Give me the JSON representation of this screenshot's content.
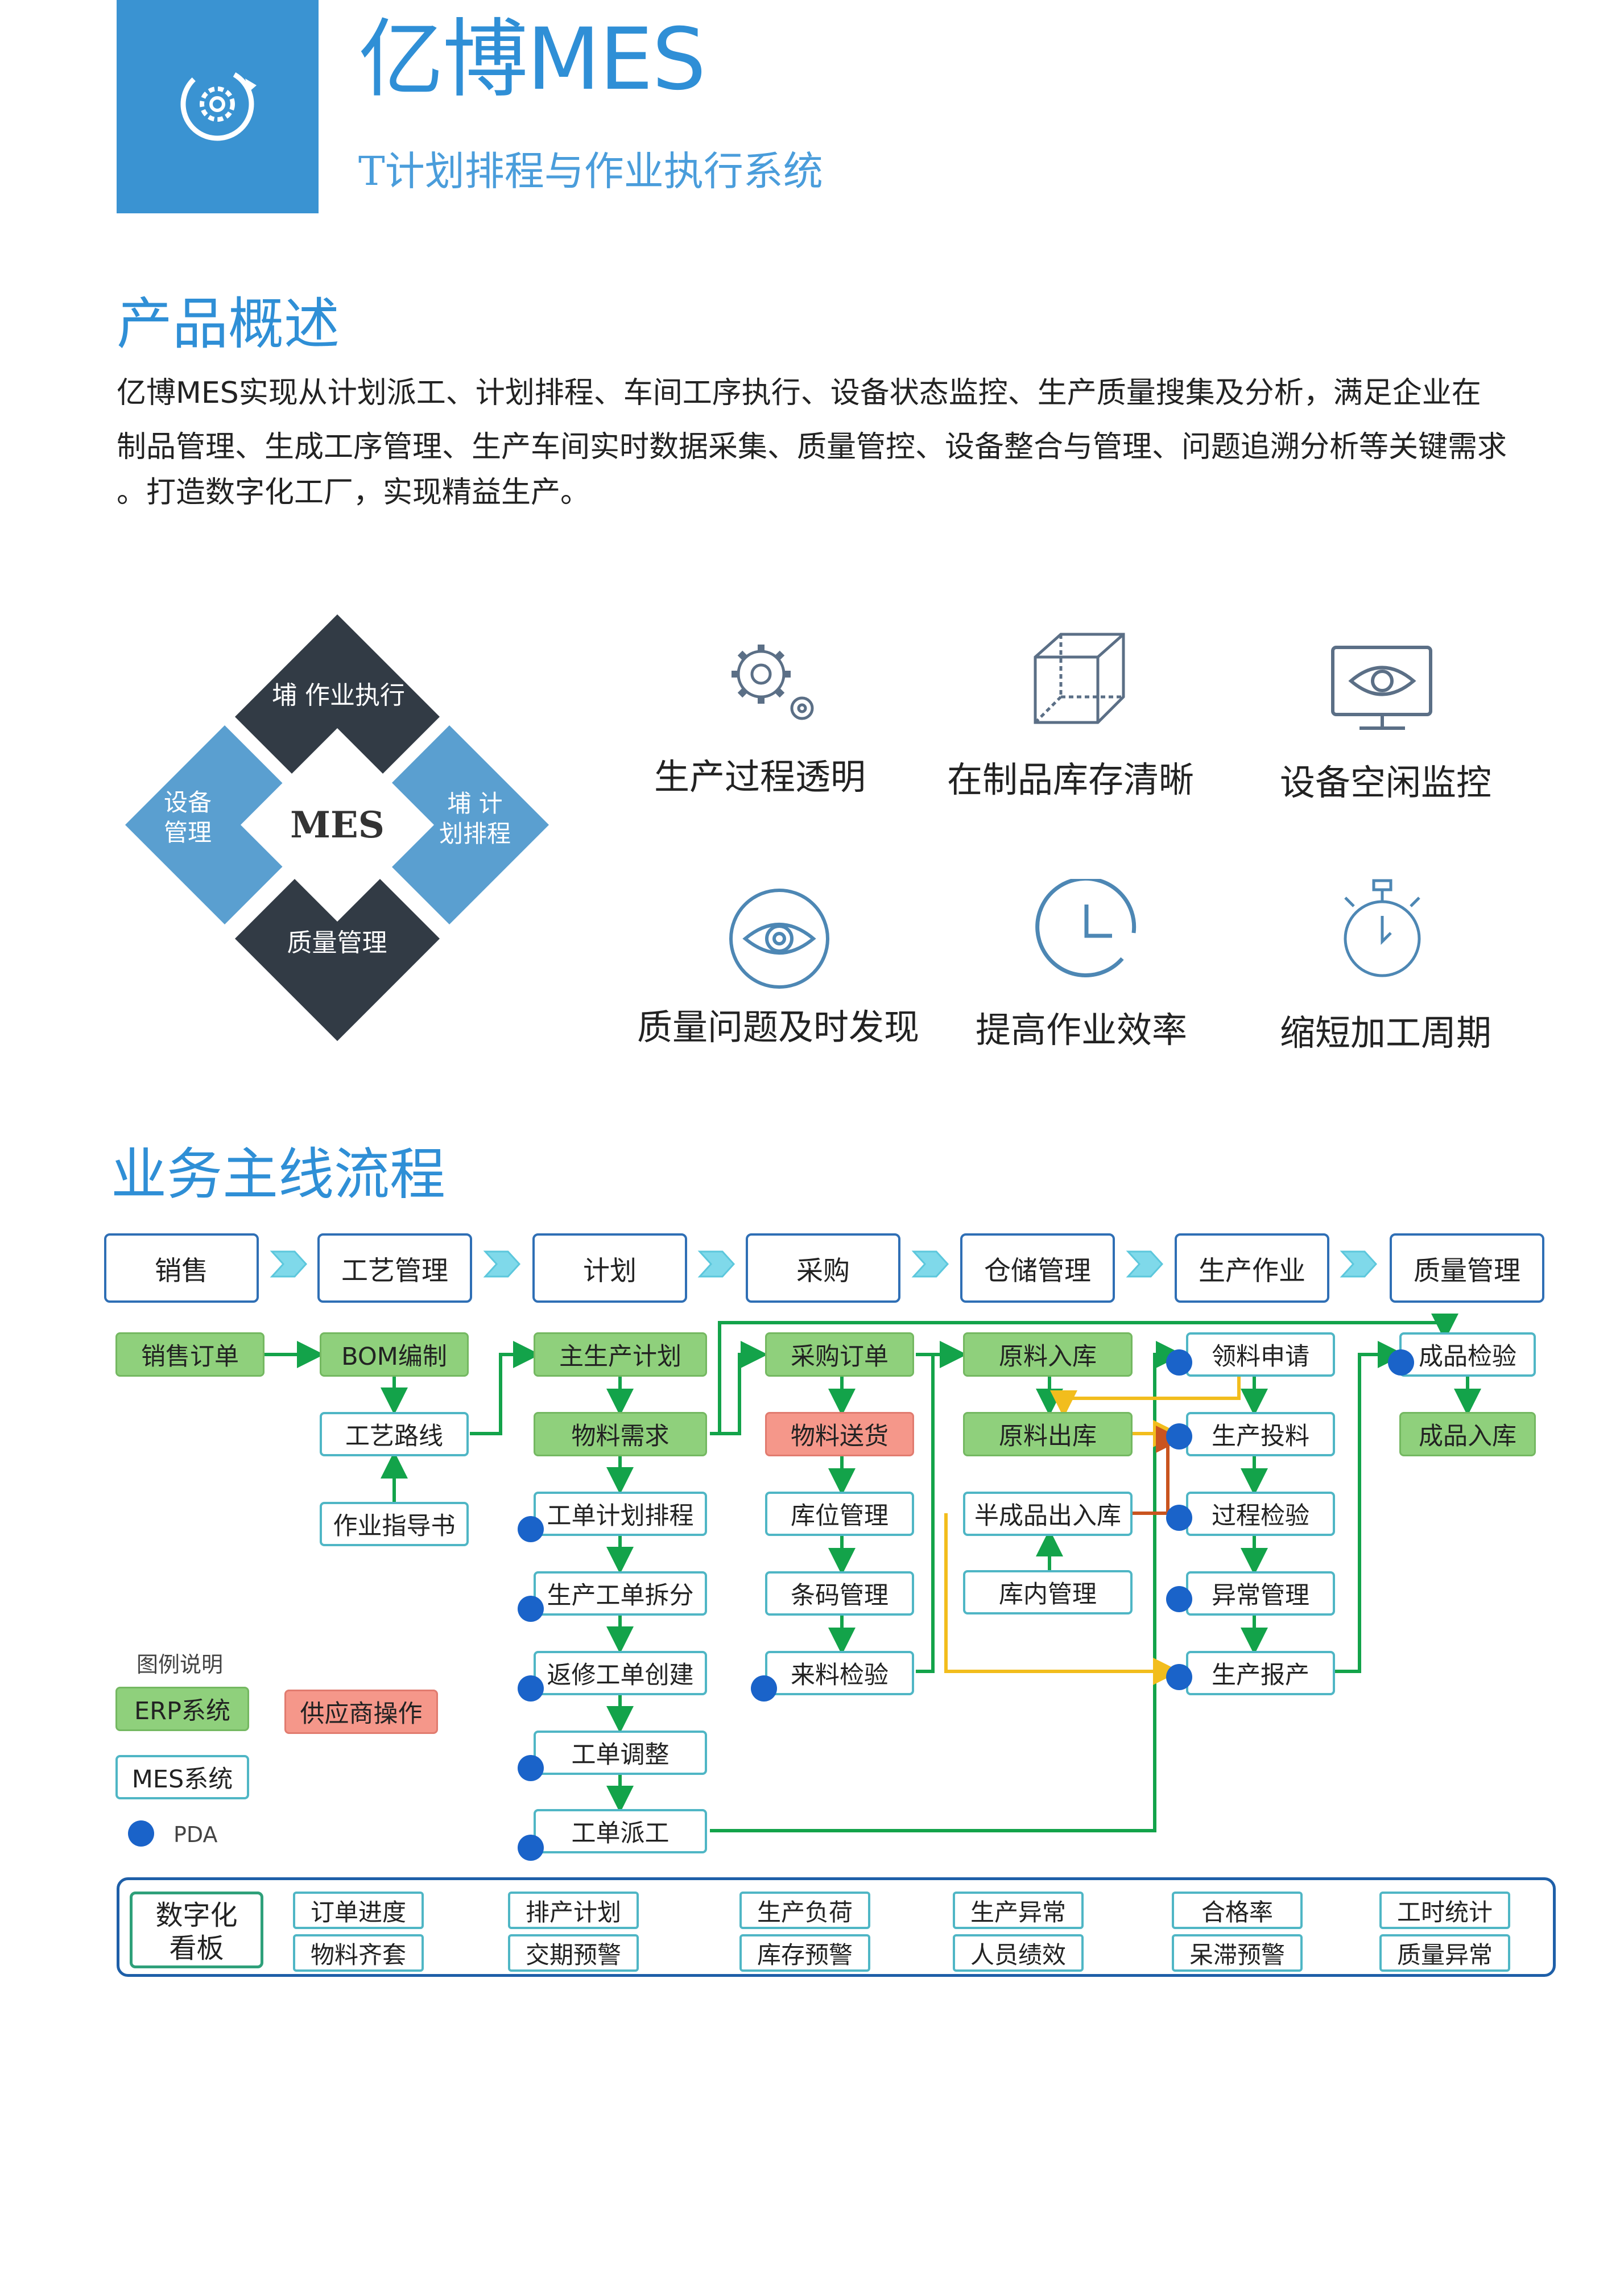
{
  "header": {
    "title": "亿博MES",
    "subtitle": "T计划排程与作业执行系统"
  },
  "overview": {
    "title": "产品概述",
    "lines": [
      "亿博MES实现从计划派工、计划排程、车间工序执行、设备状态监控、生产质量搜集及分析，满足企业在",
      "制品管理、生成工序管理、生产车间实时数据采集、质量管控、设备整合与管理、问题追溯分析等关键需求",
      "。打造数字化工厂，实现精益生产。"
    ]
  },
  "diamond": {
    "center": "MES",
    "top": "作业执行",
    "top_fragment": "埔",
    "left": [
      "设备",
      "管理"
    ],
    "right_fragment": "埔",
    "right": [
      "计",
      "划排程"
    ],
    "bottom": "质量管理"
  },
  "features": [
    {
      "label": "生产过程透明",
      "icon": "gears-icon"
    },
    {
      "label": "在制品库存清晰",
      "icon": "cube-icon"
    },
    {
      "label": "设备空闲监控",
      "icon": "monitor-eye-icon"
    },
    {
      "label": "质量问题及时发现",
      "icon": "eye-icon"
    },
    {
      "label": "提高作业效率",
      "icon": "clock-icon"
    },
    {
      "label": "缩短加工周期",
      "icon": "stopwatch-icon"
    }
  ],
  "flow": {
    "title": "业务主线流程",
    "headers": [
      "销售",
      "工艺管理",
      "计划",
      "采购",
      "仓储管理",
      "生产作业",
      "质量管理"
    ],
    "nodes": {
      "sales_order": "销售订单",
      "bom": "BOM编制",
      "route": "工艺路线",
      "instruction": "作业指导书",
      "mps": "主生产计划",
      "material_req": "物料需求",
      "wo_schedule": "工单计划排程",
      "wo_split": "生产工单拆分",
      "rework": "返修工单创建",
      "wo_adjust": "工单调整",
      "wo_dispatch": "工单派工",
      "po": "采购订单",
      "delivery": "物料送货",
      "location": "库位管理",
      "barcode": "条码管理",
      "incoming": "来料检验",
      "raw_in": "原料入库",
      "raw_out": "原料出库",
      "semi": "半成品出入库",
      "inner": "库内管理",
      "pick": "领料申请",
      "feed": "生产投料",
      "process_qc": "过程检验",
      "abnormal": "异常管理",
      "report": "生产报产",
      "fg_qc": "成品检验",
      "fg_in": "成品入库"
    },
    "legend": {
      "title": "图例说明",
      "erp": "ERP系统",
      "supplier": "供应商操作",
      "mes": "MES系统",
      "pda": "PDA"
    },
    "colors": {
      "green": "#13a34a",
      "yellow": "#f2bd1d",
      "orange": "#c9541f",
      "blue": "#1a63c9"
    }
  },
  "dashboard": {
    "title": [
      "数字化",
      "看板"
    ],
    "items": [
      "订单进度",
      "物料齐套",
      "排产计划",
      "交期预警",
      "生产负荷",
      "库存预警",
      "生产异常",
      "人员绩效",
      "合格率",
      "呆滞预警",
      "工时统计",
      "质量异常"
    ]
  }
}
